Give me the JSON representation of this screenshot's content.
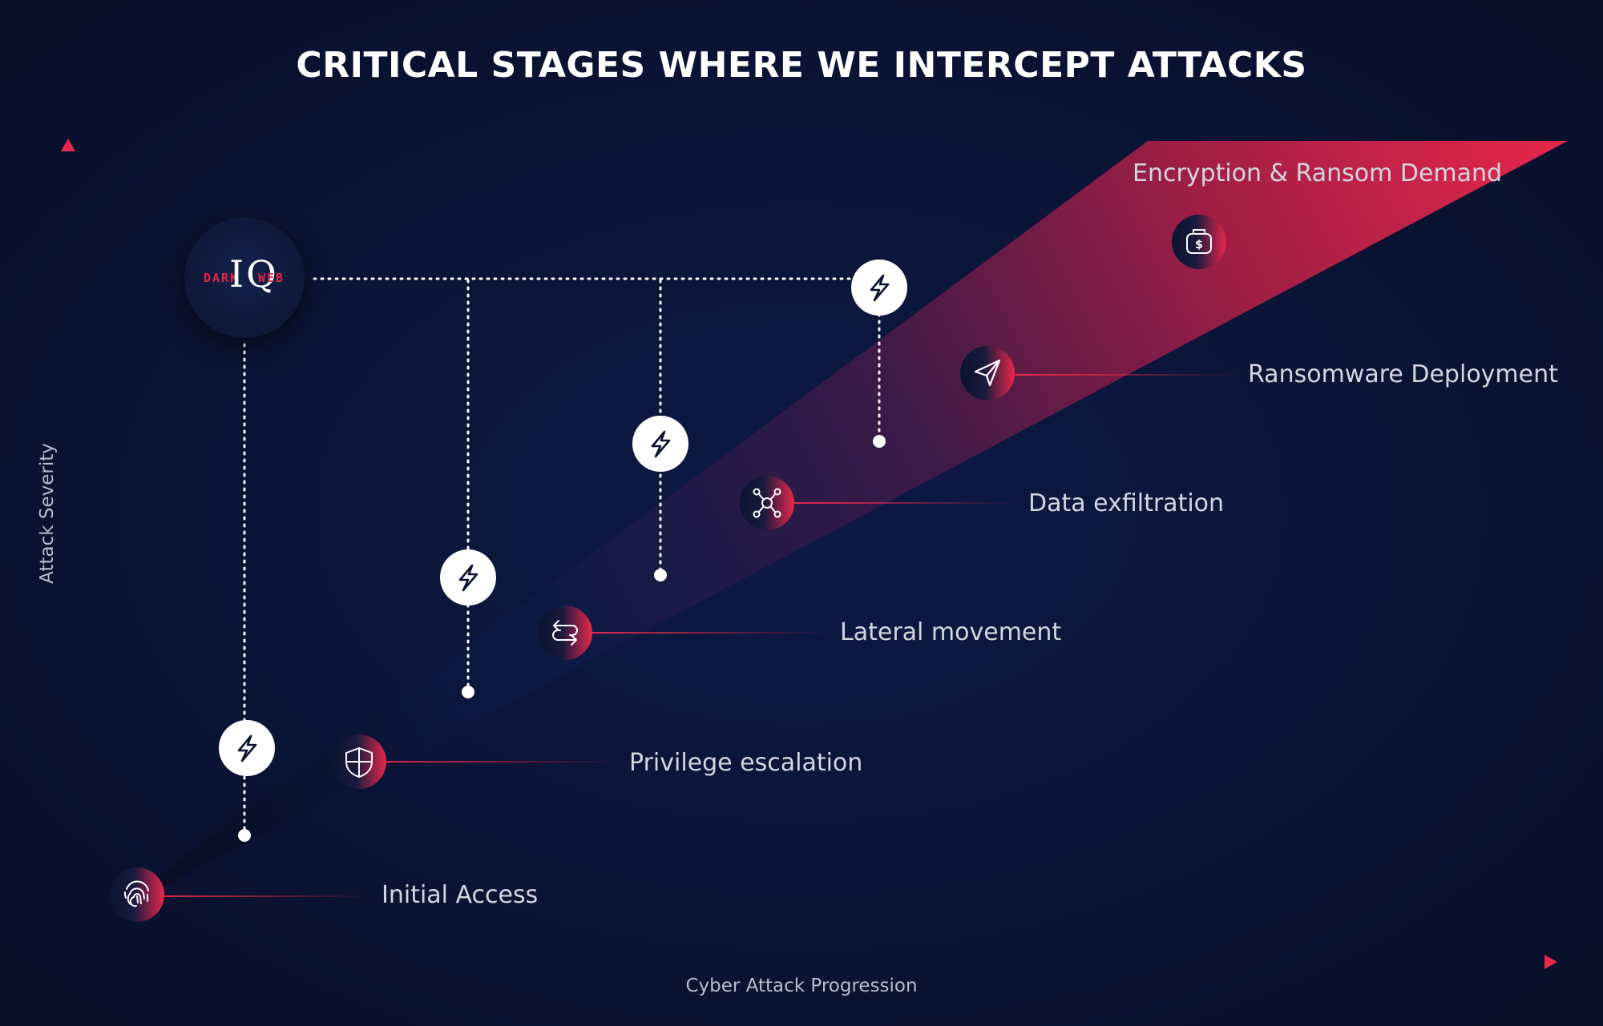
{
  "title": "CRITICAL STAGES WHERE WE INTERCEPT ATTACKS",
  "axes": {
    "y_label": "Attack Severity",
    "x_label": "Cyber Attack Progression"
  },
  "logo": {
    "small_text_left": "DARK",
    "small_text_right": "WEB",
    "main_text": "IQ"
  },
  "stages": [
    {
      "label": "Initial Access",
      "icon": "fingerprint-icon"
    },
    {
      "label": "Privilege escalation",
      "icon": "shield-icon"
    },
    {
      "label": "Lateral movement",
      "icon": "arrows-exchange-icon"
    },
    {
      "label": "Data exfiltration",
      "icon": "network-nodes-icon"
    },
    {
      "label": "Ransomware Deployment",
      "icon": "send-icon"
    },
    {
      "label": "Encryption & Ransom Demand",
      "icon": "money-bag-icon"
    }
  ],
  "interceptions": [
    {
      "icon": "lightning-icon"
    },
    {
      "icon": "lightning-icon"
    },
    {
      "icon": "lightning-icon"
    },
    {
      "icon": "lightning-icon"
    }
  ],
  "colors": {
    "background": "#0a1230",
    "accent": "#e8274a",
    "text": "#d4d7e1",
    "white": "#ffffff"
  }
}
